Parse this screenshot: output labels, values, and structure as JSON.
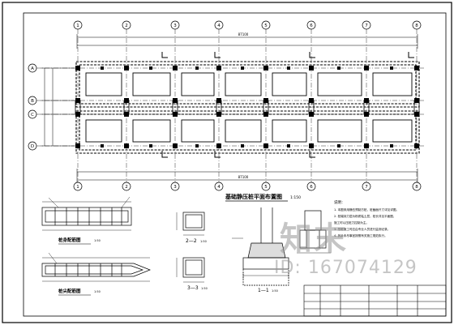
{
  "drawing": {
    "main_title": "基础静压桩平面布置图",
    "main_scale": "1:150",
    "grid_top": [
      "1",
      "2",
      "3",
      "4",
      "5",
      "6",
      "7",
      "8"
    ],
    "grid_left": [
      "A",
      "B",
      "C",
      "D"
    ],
    "dim_total": "87100",
    "section_2_label": "2—2",
    "section_2_scale": "1:50",
    "section_3_label": "3—3",
    "section_3_scale": "1:50",
    "section_1_label": "1—1",
    "section_1_scale": "1:50",
    "pile_label_1": "桩身配筋图",
    "pile_label_2": "桩尖配筋图",
    "pile_scale": "1:50",
    "notes_title": "说明：",
    "notes": [
      "1. 本图采用静压预制方桩，桩截面尺寸详见详图。",
      "2. 桩端持力层为粉质粘土层，桩长详见平面图，",
      "   施工时以压桩力控制为主。",
      "3. 压桩施工时应由专业人员进行监测记录。",
      "4. 其余未尽事宜按照有关施工规范执行。"
    ]
  },
  "watermark": {
    "logo": "知末",
    "id": "ID: 167074129"
  }
}
